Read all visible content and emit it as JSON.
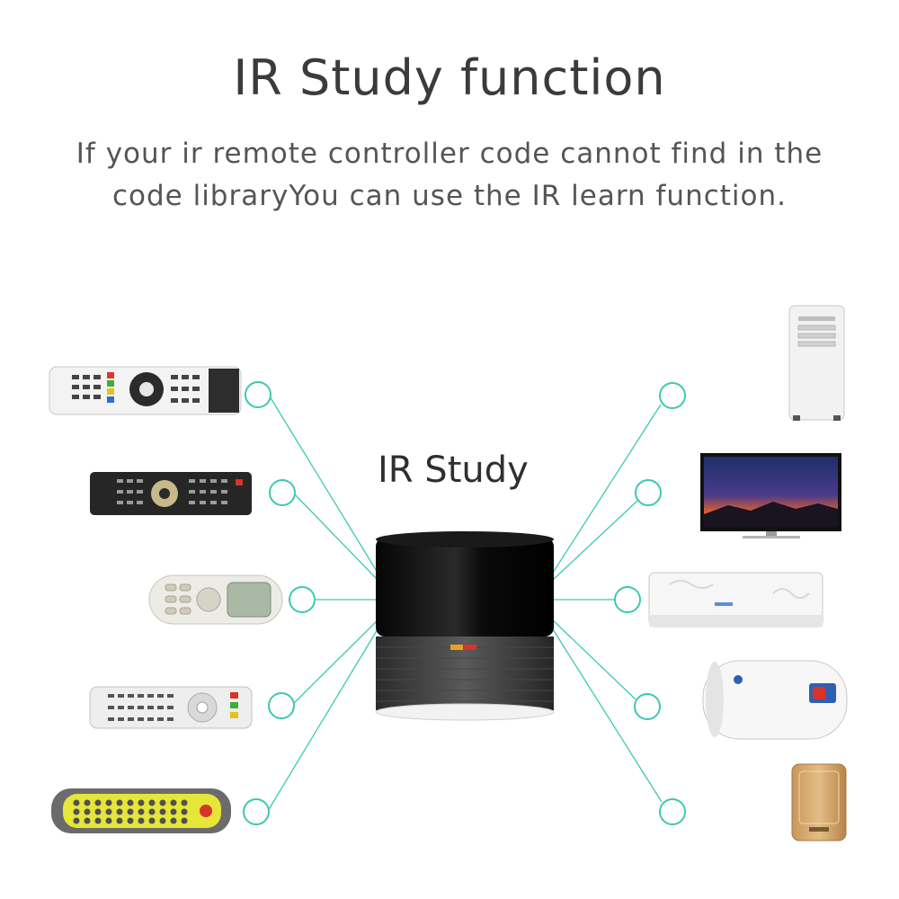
{
  "header": {
    "title": "IR Study function",
    "description_line1": "If your ir remote controller code cannot find in the",
    "description_line2": "code libraryYou can use the IR learn function."
  },
  "hub": {
    "label": "IR Study",
    "indicator_colors": [
      "#e8a21a",
      "#d8332b"
    ]
  },
  "colors": {
    "connector": "#3cc9b1",
    "hub_top": "#101010",
    "hub_base": "#3c3c3c"
  },
  "left_devices": [
    {
      "name": "tv-remote-white"
    },
    {
      "name": "tv-remote-black"
    },
    {
      "name": "ac-remote"
    },
    {
      "name": "settop-remote-white"
    },
    {
      "name": "universal-remote-yellow"
    }
  ],
  "right_devices": [
    {
      "name": "portable-air-conditioner"
    },
    {
      "name": "television"
    },
    {
      "name": "wall-air-conditioner"
    },
    {
      "name": "water-heater"
    },
    {
      "name": "air-purifier"
    }
  ]
}
